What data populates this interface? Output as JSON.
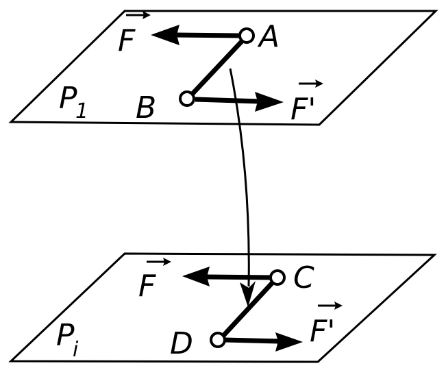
{
  "colors": {
    "ink": "#000000",
    "paper": "#ffffff"
  },
  "plane_top": {
    "name": "P",
    "subscript": "1"
  },
  "plane_bottom": {
    "name": "P",
    "subscript": "i"
  },
  "points": {
    "a": "A",
    "b": "B",
    "c": "C",
    "d": "D"
  },
  "forces": {
    "f": "F",
    "f_prime": "F'"
  },
  "icons": {
    "arrow": "arrow-icon",
    "vector_arrow": "vector-arrow-icon",
    "hinge": "hinge-point-icon"
  }
}
